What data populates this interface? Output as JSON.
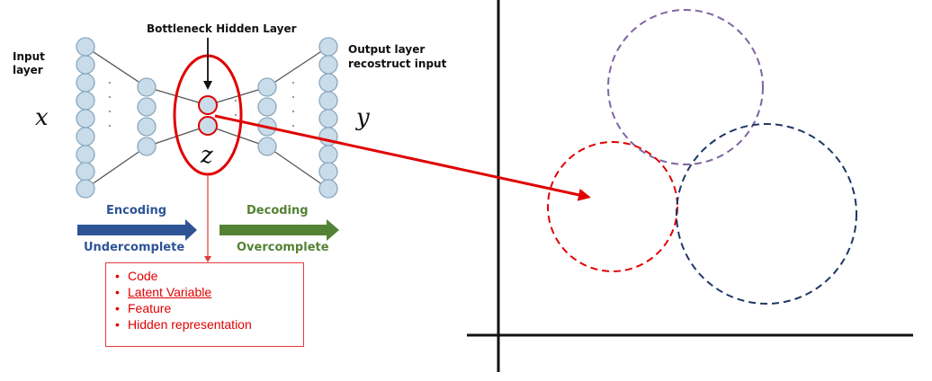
{
  "labels": {
    "bottleneck": "Bottleneck Hidden Layer",
    "input_line1": "Input",
    "input_line2": "layer",
    "output_line1": "Output layer",
    "output_line2": "recostruct input",
    "x": "x",
    "y": "y",
    "z": "z",
    "encoding": "Encoding",
    "decoding": "Decoding",
    "undercomplete": "Undercomplete",
    "overcomplete": "Overcomplete"
  },
  "code_list": [
    "Code",
    "Latent Variable",
    "Feature",
    "Hidden representation"
  ],
  "colors": {
    "node_fill": "#c9dcea",
    "node_stroke": "#8aa7bd",
    "encoding_blue": "#2e5496",
    "decoding_green": "#548235",
    "highlight_red": "#e00000",
    "circle_purple": "#8064a2",
    "circle_red": "#e00000",
    "circle_navy": "#1f3864"
  }
}
